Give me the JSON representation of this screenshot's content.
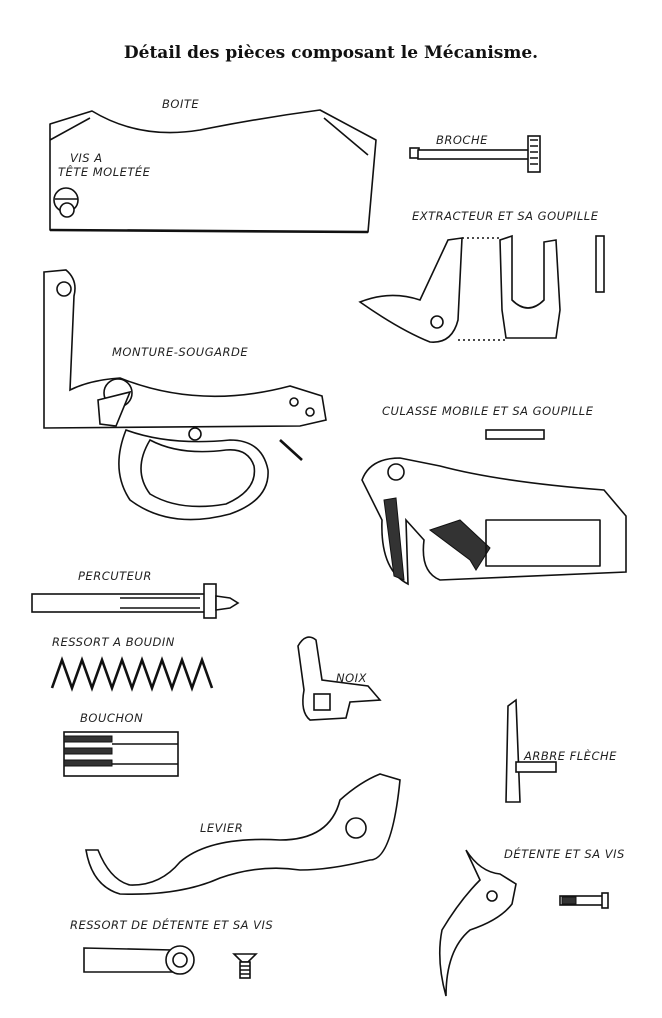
{
  "title": "Détail des pièces composant le Mécanisme.",
  "labels": {
    "boite": "BOITE",
    "vis_a": "VIS A",
    "tete_moletee": "TÊTE MOLETÉE",
    "broche": "BROCHE",
    "extracteur": "EXTRACTEUR ET SA GOUPILLE",
    "monture": "MONTURE-SOUGARDE",
    "culasse": "CULASSE MOBILE ET SA GOUPILLE",
    "percuteur": "PERCUTEUR",
    "ressort_boudin": "RESSORT A BOUDIN",
    "noix": "NOIX",
    "bouchon": "BOUCHON",
    "arbre_fleche": "ARBRE FLÈCHE",
    "levier": "LEVIER",
    "detente": "DÉTENTE ET SA VIS",
    "ressort_detente": "RESSORT DE DÉTENTE ET SA VIS"
  }
}
